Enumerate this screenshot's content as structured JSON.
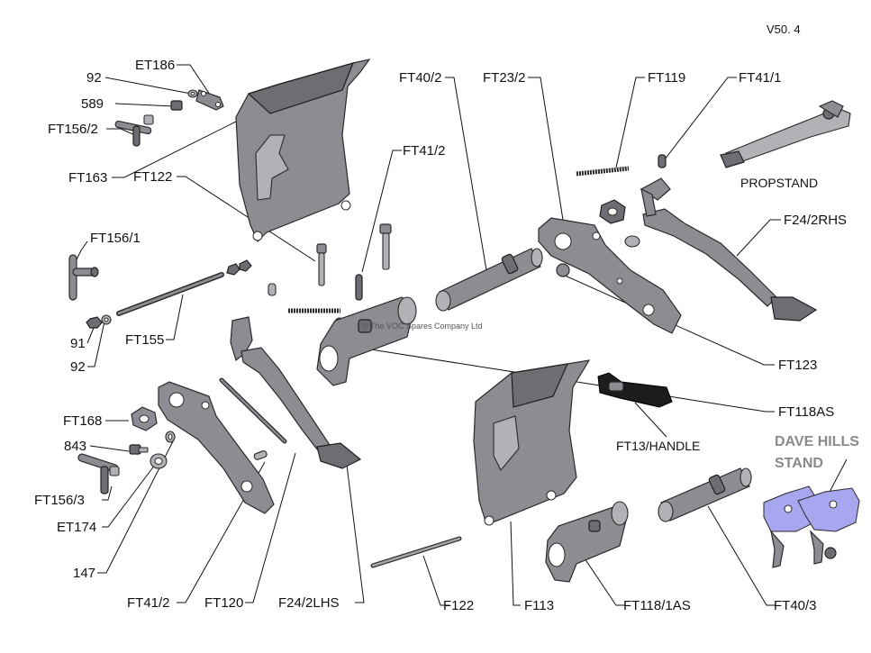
{
  "version": "V50. 4",
  "watermark": "© The VOC Spares Company Ltd",
  "callouts": {
    "et186": "ET186",
    "n92_top": "92",
    "n589": "589",
    "ft156_2": "FT156/2",
    "ft163": "FT163",
    "ft122_top": "FT122",
    "ft40_2": "FT40/2",
    "ft23_2": "FT23/2",
    "ft119": "FT119",
    "ft41_1": "FT41/1",
    "propstand": "PROPSTAND",
    "ft41_2_top": "FT41/2",
    "f24_2rhs": "F24/2RHS",
    "ft156_1": "FT156/1",
    "n91": "91",
    "ft155": "FT155",
    "n92_bottom": "92",
    "ft123": "FT123",
    "ft118as": "FT118AS",
    "ft168": "FT168",
    "n843": "843",
    "ft13_handle": "FT13/HANDLE",
    "dave_hills_1": "DAVE HILLS",
    "dave_hills_2": "STAND",
    "ft156_3": "FT156/3",
    "et174": "ET174",
    "n147": "147",
    "ft41_2_bottom": "FT41/2",
    "ft120": "FT120",
    "f24_2lhs": "F24/2LHS",
    "f122": "F122",
    "f113": "F113",
    "ft118_1as": "FT118/1AS",
    "ft40_3": "FT40/3"
  },
  "colors": {
    "part": "#8e8c92",
    "part_dark": "#6f6d73",
    "stand_highlight": "#a9a6f0",
    "stand_label": "#8a8a8a"
  }
}
